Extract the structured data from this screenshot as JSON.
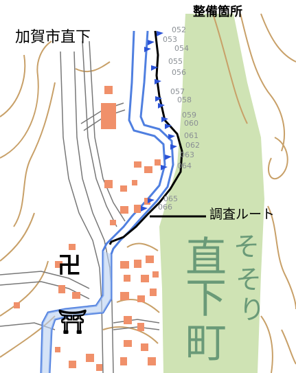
{
  "labels": {
    "area_name": "加賀市直下",
    "section": "整備箇所",
    "route_callout": "調査ルート"
  },
  "place_name_chars": [
    "直",
    "下",
    "町"
  ],
  "place_name_2": [
    "そ",
    "そ",
    "り"
  ],
  "markers": [
    "052",
    "053",
    "054",
    "055",
    "056",
    "057",
    "058",
    "059",
    "060",
    "061",
    "062",
    "063",
    "064",
    "065",
    "066"
  ],
  "symbols": {
    "temple": "卍",
    "shrine": "⛩"
  },
  "colors": {
    "contour": "#c8a068",
    "river": "#4f7fe0",
    "river_fill": "#b9d0f2",
    "building": "#f0906a",
    "road": "#777777",
    "forest": "#cfe3b4",
    "route": "#000000",
    "place_text": "#6a9a78"
  }
}
